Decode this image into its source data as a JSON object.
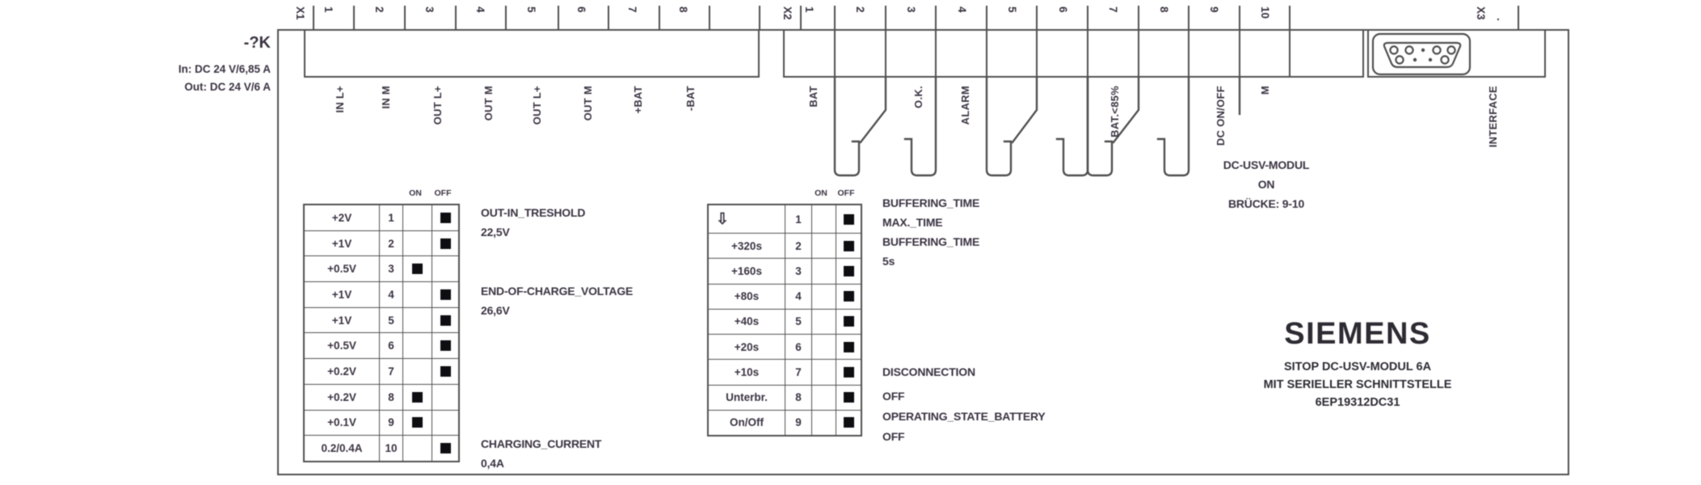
{
  "device": {
    "designation": "-?K",
    "input_rating": "In: DC 24 V/6,85 A",
    "output_rating": "Out: DC 24 V/6 A"
  },
  "terminals": {
    "x1": {
      "label": "X1",
      "pins": [
        {
          "no": "1",
          "label": "IN L+"
        },
        {
          "no": "2",
          "label": "IN M"
        },
        {
          "no": "3",
          "label": "OUT L+"
        },
        {
          "no": "4",
          "label": "OUT M"
        },
        {
          "no": "5",
          "label": "OUT L+"
        },
        {
          "no": "6",
          "label": "OUT M"
        },
        {
          "no": "7",
          "label": "+BAT"
        },
        {
          "no": "8",
          "label": "-BAT"
        }
      ]
    },
    "x2": {
      "label": "X2",
      "pins": [
        {
          "no": "1",
          "label": "BAT"
        },
        {
          "no": "2",
          "label": ""
        },
        {
          "no": "3",
          "label": "O.K."
        },
        {
          "no": "4",
          "label": "ALARM"
        },
        {
          "no": "5",
          "label": ""
        },
        {
          "no": "6",
          "label": ""
        },
        {
          "no": "7",
          "label": "BAT.<85%"
        },
        {
          "no": "8",
          "label": ""
        },
        {
          "no": "9",
          "label": "DC ON/OFF"
        },
        {
          "no": "10",
          "label": "M"
        }
      ]
    },
    "x3": {
      "label": "X3",
      "suffix": ".",
      "interface_label": "INTERFACE"
    }
  },
  "switch_table_voltage": {
    "header_on": "ON",
    "header_off": "OFF",
    "rows": [
      {
        "label": "+2V",
        "no": "1",
        "state": "off"
      },
      {
        "label": "+1V",
        "no": "2",
        "state": "off"
      },
      {
        "label": "+0.5V",
        "no": "3",
        "state": "on"
      },
      {
        "label": "+1V",
        "no": "4",
        "state": "off"
      },
      {
        "label": "+1V",
        "no": "5",
        "state": "off"
      },
      {
        "label": "+0.5V",
        "no": "6",
        "state": "off"
      },
      {
        "label": "+0.2V",
        "no": "7",
        "state": "off"
      },
      {
        "label": "+0.2V",
        "no": "8",
        "state": "on"
      },
      {
        "label": "+0.1V",
        "no": "9",
        "state": "on"
      },
      {
        "label": "0.2/0.4A",
        "no": "10",
        "state": "off"
      }
    ]
  },
  "switch_table_time": {
    "header_on": "ON",
    "header_off": "OFF",
    "rows": [
      {
        "label": "",
        "icon": "down-arrow",
        "no": "1",
        "state": "off"
      },
      {
        "label": "+320s",
        "no": "2",
        "state": "off"
      },
      {
        "label": "+160s",
        "no": "3",
        "state": "off"
      },
      {
        "label": "+80s",
        "no": "4",
        "state": "off"
      },
      {
        "label": "+40s",
        "no": "5",
        "state": "off"
      },
      {
        "label": "+20s",
        "no": "6",
        "state": "off"
      },
      {
        "label": "+10s",
        "no": "7",
        "state": "off"
      },
      {
        "label": "Unterbr.",
        "no": "8",
        "state": "off"
      },
      {
        "label": "On/Off",
        "no": "9",
        "state": "off"
      }
    ]
  },
  "annotations": {
    "out_in_treshold": [
      "OUT-IN_TRESHOLD",
      "22,5V"
    ],
    "end_of_charge": [
      "END-OF-CHARGE_VOLTAGE",
      "26,6V"
    ],
    "charging_current": [
      "CHARGING_CURRENT",
      "0,4A"
    ],
    "buffering": [
      "BUFFERING_TIME",
      "MAX._TIME",
      "BUFFERING_TIME",
      "5s"
    ],
    "disconnection": [
      "DISCONNECTION",
      "OFF"
    ],
    "operating_state": [
      "OPERATING_STATE_BATTERY",
      "OFF"
    ],
    "bridge": [
      "DC-USV-MODUL",
      "ON",
      "BRÜCKE: 9-10"
    ]
  },
  "branding": {
    "brand": "SIEMENS",
    "product": "SITOP DC-USV-MODUL 6A",
    "subtitle": "MIT SERIELLER SCHNITTSTELLE",
    "part_number": "6EP19312DC31"
  },
  "icons": {
    "down-arrow": "⇩"
  },
  "colors": {
    "line": "#4f4f4f",
    "text": "#3b3342",
    "switch_square": "#0d0d12",
    "background": "#ffffff"
  }
}
